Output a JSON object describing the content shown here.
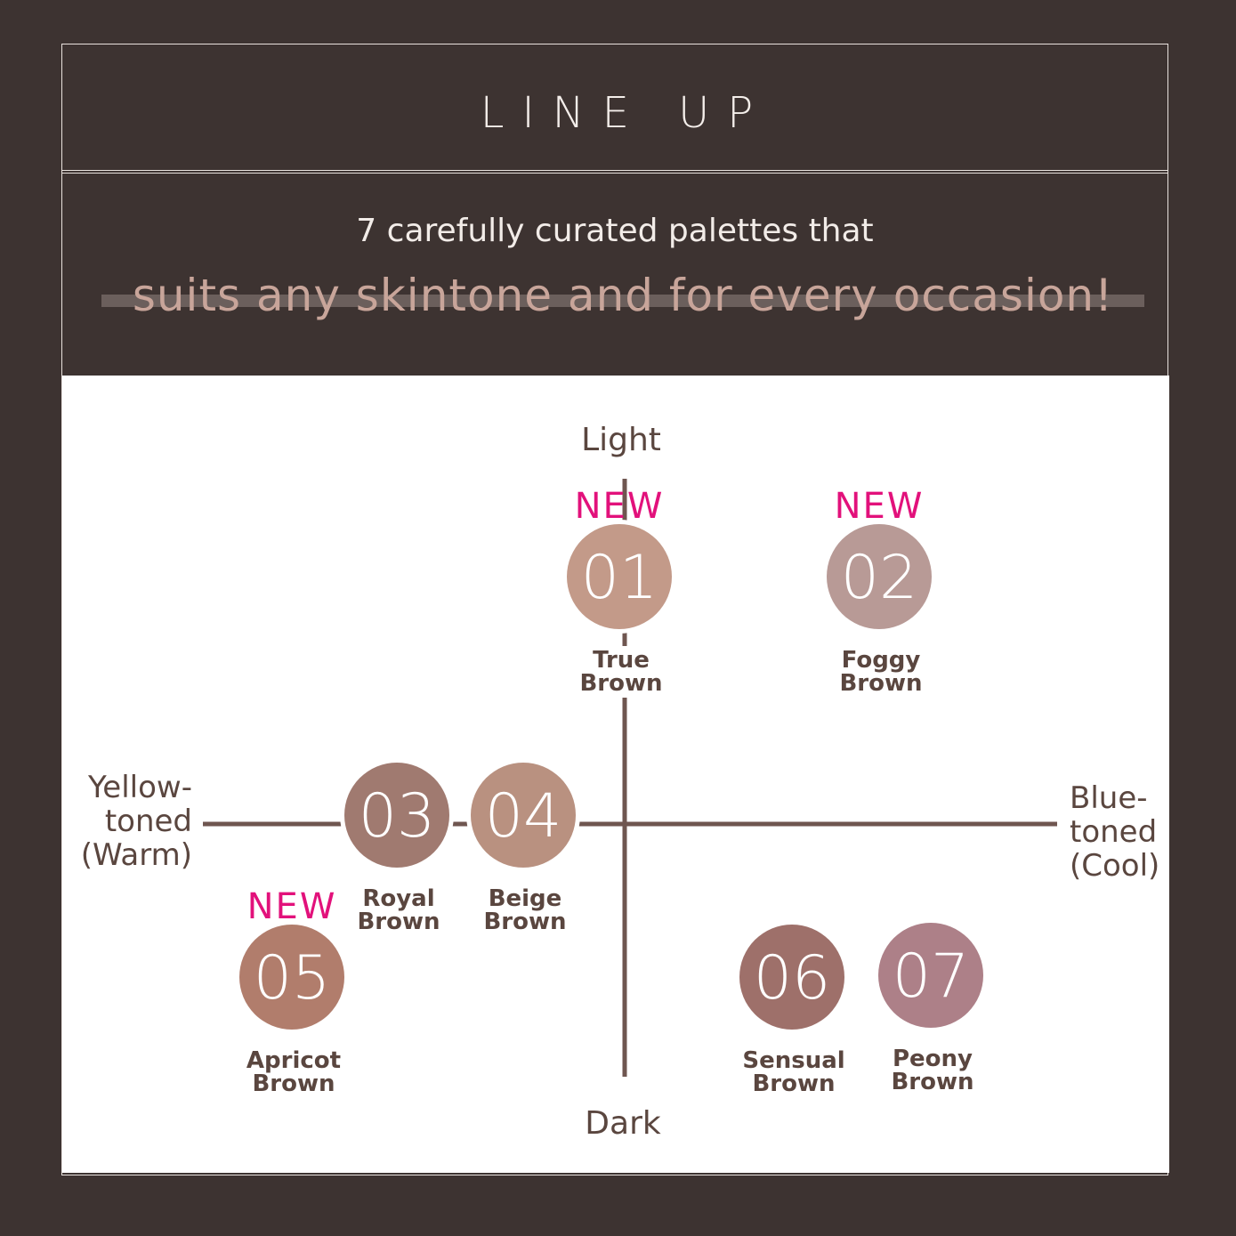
{
  "header": {
    "title": "LINE UP"
  },
  "tagline": {
    "line1": "7 carefully curated palettes that",
    "line2": "suits any skintone and for every occasion!"
  },
  "axes": {
    "top": "Light",
    "bottom": "Dark",
    "left": [
      "Yellow-",
      "toned",
      "(Warm)"
    ],
    "right": [
      "Blue-",
      "toned",
      "(Cool)"
    ]
  },
  "new_badge": "NEW",
  "palettes": [
    {
      "num": "01",
      "name": [
        "True",
        "Brown"
      ],
      "color": "#c39a89",
      "is_new": true
    },
    {
      "num": "02",
      "name": [
        "Foggy",
        "Brown"
      ],
      "color": "#b89a96",
      "is_new": true
    },
    {
      "num": "03",
      "name": [
        "Royal",
        "Brown"
      ],
      "color": "#a07a70",
      "is_new": false
    },
    {
      "num": "04",
      "name": [
        "Beige",
        "Brown"
      ],
      "color": "#b99180",
      "is_new": false
    },
    {
      "num": "05",
      "name": [
        "Apricot",
        "Brown"
      ],
      "color": "#b17d6c",
      "is_new": true
    },
    {
      "num": "06",
      "name": [
        "Sensual",
        "Brown"
      ],
      "color": "#9e706a",
      "is_new": false
    },
    {
      "num": "07",
      "name": [
        "Peony",
        "Brown"
      ],
      "color": "#ad8088",
      "is_new": false
    }
  ],
  "colors": {
    "background": "#3d3331",
    "axis": "#6f5650",
    "label": "#5a463f",
    "new_badge": "#e2117b"
  }
}
